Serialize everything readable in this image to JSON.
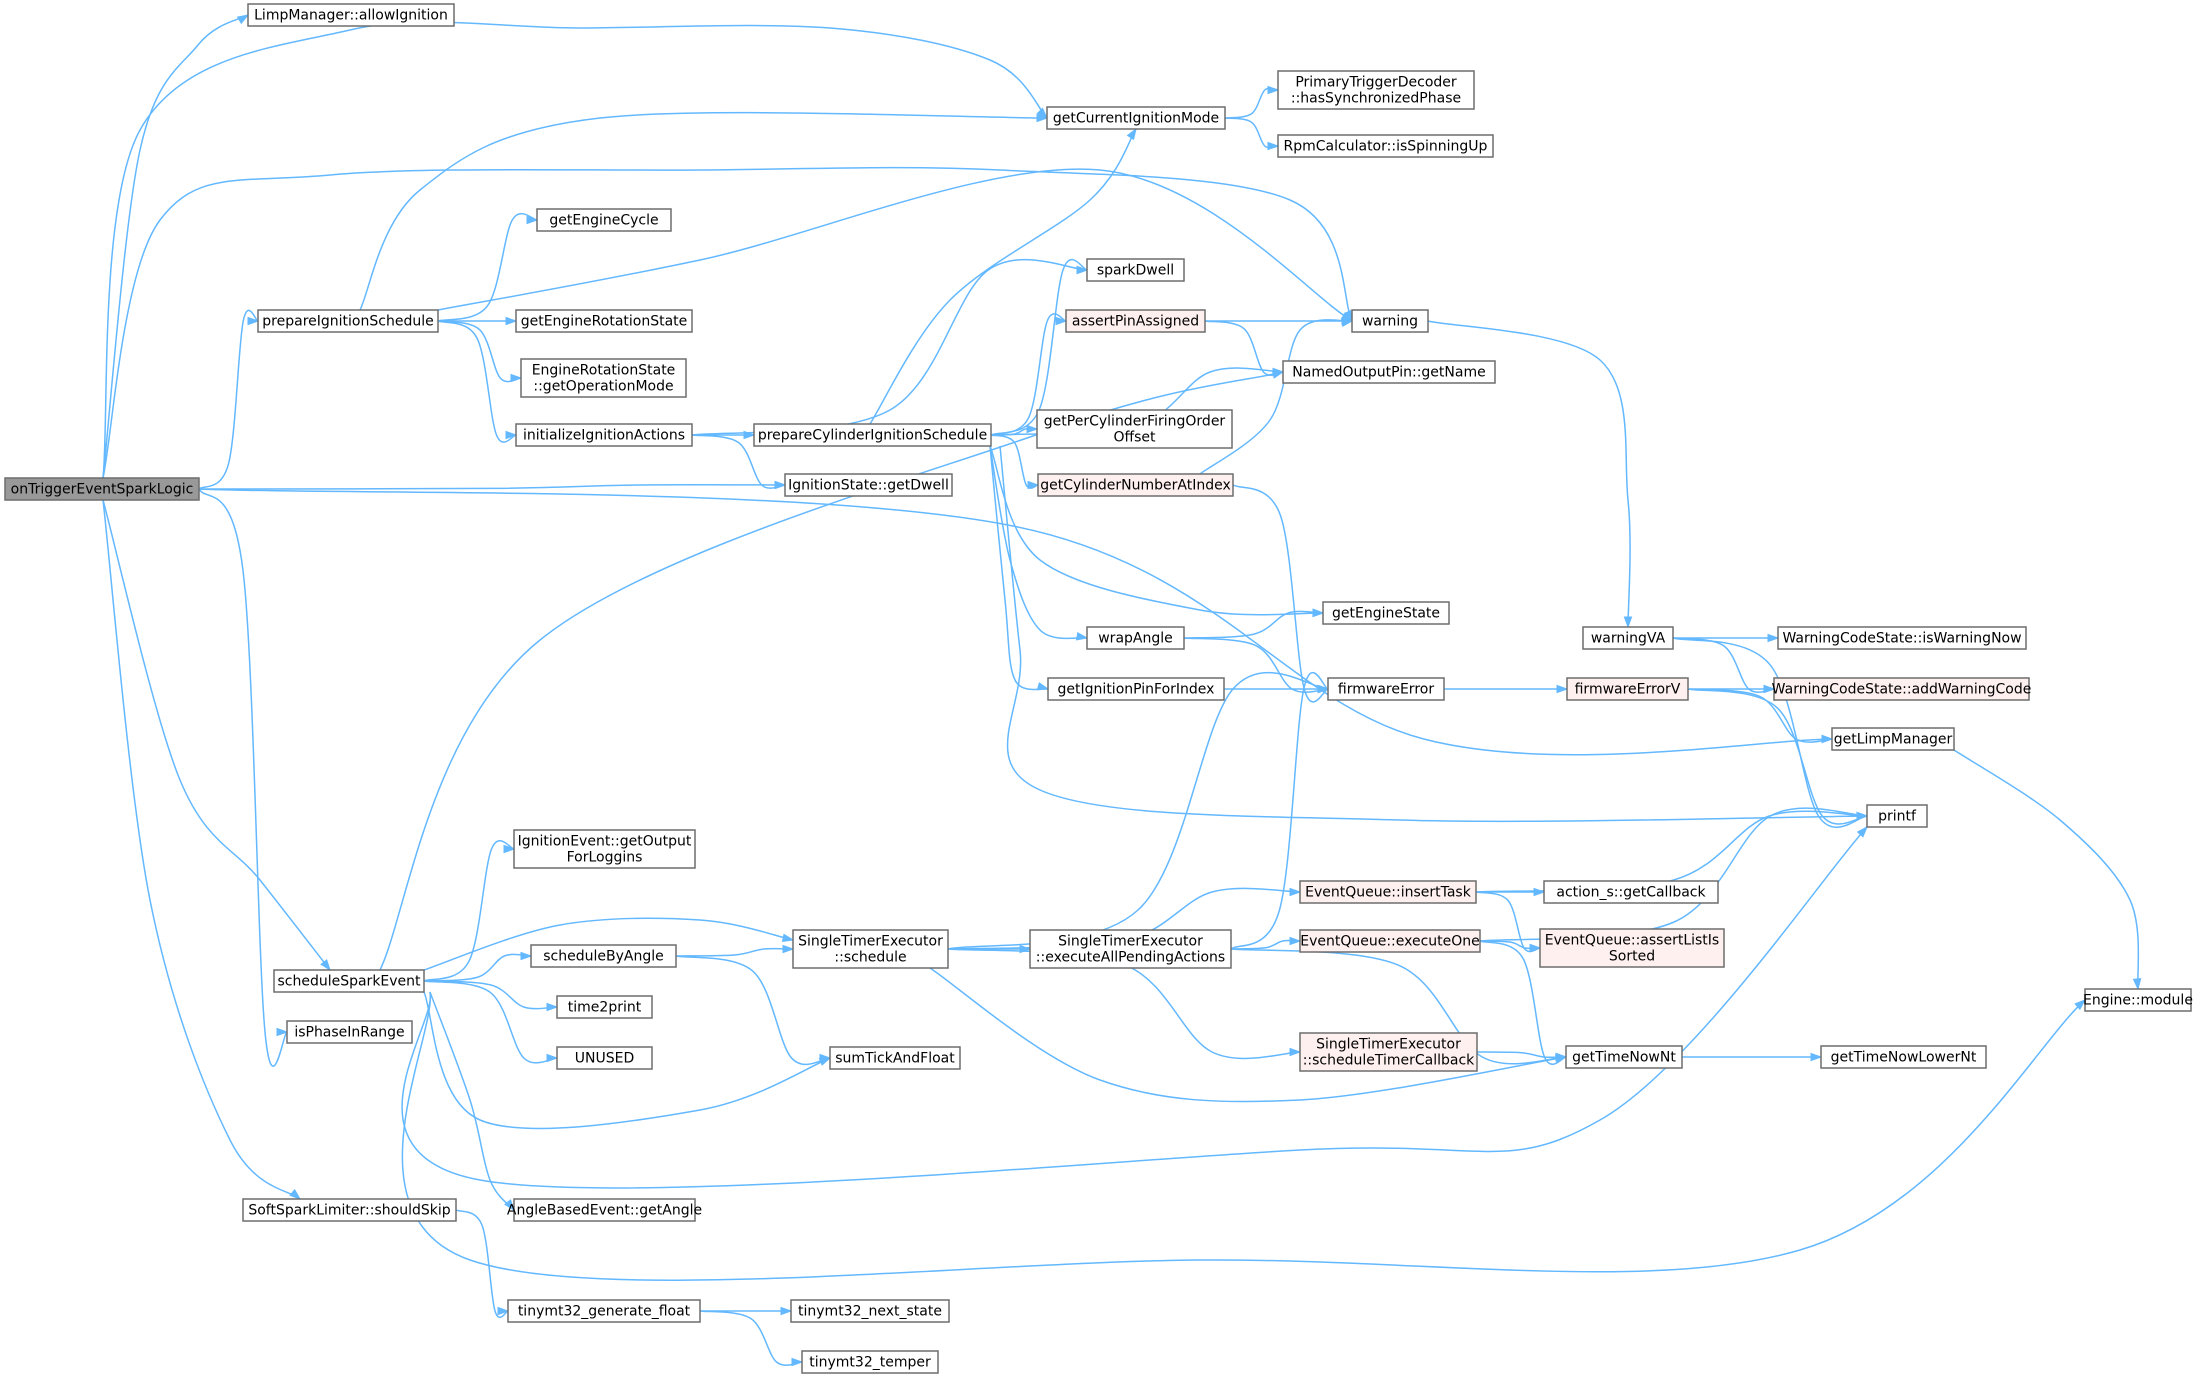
{
  "colors": {
    "edge": "#63b8ff",
    "node_fill": "#ffffff",
    "node_border": "#6d6d6d",
    "root_fill": "#999999",
    "truncated_fill": "#fff0f0",
    "truncated_border": "#ff0000"
  },
  "nodes": [
    {
      "id": "root",
      "lines": [
        "onTriggerEventSparkLogic"
      ],
      "style": "root"
    },
    {
      "id": "allowIgnition",
      "lines": [
        "LimpManager::allowIgnition"
      ],
      "style": "normal"
    },
    {
      "id": "getCurrentIgnitionMode",
      "lines": [
        "getCurrentIgnitionMode"
      ],
      "style": "normal"
    },
    {
      "id": "hasSynchronizedPhase",
      "lines": [
        "PrimaryTriggerDecoder",
        "::hasSynchronizedPhase"
      ],
      "style": "normal"
    },
    {
      "id": "isSpinningUp",
      "lines": [
        "RpmCalculator::isSpinningUp"
      ],
      "style": "normal"
    },
    {
      "id": "getEngineCycle",
      "lines": [
        "getEngineCycle"
      ],
      "style": "normal"
    },
    {
      "id": "prepareIgnitionSchedule",
      "lines": [
        "prepareIgnitionSchedule"
      ],
      "style": "normal"
    },
    {
      "id": "getEngineRotationState",
      "lines": [
        "getEngineRotationState"
      ],
      "style": "normal"
    },
    {
      "id": "getOperationMode",
      "lines": [
        "EngineRotationState",
        "::getOperationMode"
      ],
      "style": "normal"
    },
    {
      "id": "initializeIgnitionActions",
      "lines": [
        "initializeIgnitionActions"
      ],
      "style": "normal"
    },
    {
      "id": "sparkDwell",
      "lines": [
        "sparkDwell"
      ],
      "style": "normal"
    },
    {
      "id": "assertPinAssigned",
      "lines": [
        "assertPinAssigned"
      ],
      "style": "truncated"
    },
    {
      "id": "warning",
      "lines": [
        "warning"
      ],
      "style": "normal"
    },
    {
      "id": "getName",
      "lines": [
        "NamedOutputPin::getName"
      ],
      "style": "normal"
    },
    {
      "id": "prepareCylinderIgnitionSchedule",
      "lines": [
        "prepareCylinderIgnitionSchedule"
      ],
      "style": "normal"
    },
    {
      "id": "getPerCylinderFiringOrderOffset",
      "lines": [
        "getPerCylinderFiringOrder",
        "Offset"
      ],
      "style": "normal"
    },
    {
      "id": "getCylinderNumberAtIndex",
      "lines": [
        "getCylinderNumberAtIndex"
      ],
      "style": "truncated"
    },
    {
      "id": "getDwell",
      "lines": [
        "IgnitionState::getDwell"
      ],
      "style": "normal"
    },
    {
      "id": "getEngineState",
      "lines": [
        "getEngineState"
      ],
      "style": "normal"
    },
    {
      "id": "wrapAngle",
      "lines": [
        "wrapAngle"
      ],
      "style": "normal"
    },
    {
      "id": "getIgnitionPinForIndex",
      "lines": [
        "getIgnitionPinForIndex"
      ],
      "style": "normal"
    },
    {
      "id": "firmwareError",
      "lines": [
        "firmwareError"
      ],
      "style": "normal"
    },
    {
      "id": "firmwareErrorV",
      "lines": [
        "firmwareErrorV"
      ],
      "style": "truncated"
    },
    {
      "id": "warningVA",
      "lines": [
        "warningVA"
      ],
      "style": "normal"
    },
    {
      "id": "isWarningNow",
      "lines": [
        "WarningCodeState::isWarningNow"
      ],
      "style": "normal"
    },
    {
      "id": "addWarningCode",
      "lines": [
        "WarningCodeState::addWarningCode"
      ],
      "style": "truncated"
    },
    {
      "id": "getLimpManager",
      "lines": [
        "getLimpManager"
      ],
      "style": "normal"
    },
    {
      "id": "printf",
      "lines": [
        "printf"
      ],
      "style": "normal"
    },
    {
      "id": "getOutputForLoggins",
      "lines": [
        "IgnitionEvent::getOutput",
        "ForLoggins"
      ],
      "style": "normal"
    },
    {
      "id": "scheduleSparkEvent",
      "lines": [
        "scheduleSparkEvent"
      ],
      "style": "normal"
    },
    {
      "id": "scheduleByAngle",
      "lines": [
        "scheduleByAngle"
      ],
      "style": "normal"
    },
    {
      "id": "singleTimerSchedule",
      "lines": [
        "SingleTimerExecutor",
        "::schedule"
      ],
      "style": "normal"
    },
    {
      "id": "executeAllPendingActions",
      "lines": [
        "SingleTimerExecutor",
        "::executeAllPendingActions"
      ],
      "style": "normal"
    },
    {
      "id": "insertTask",
      "lines": [
        "EventQueue::insertTask"
      ],
      "style": "truncated"
    },
    {
      "id": "getCallback",
      "lines": [
        "action_s::getCallback"
      ],
      "style": "normal"
    },
    {
      "id": "executeOne",
      "lines": [
        "EventQueue::executeOne"
      ],
      "style": "truncated"
    },
    {
      "id": "assertListIsSorted",
      "lines": [
        "EventQueue::assertListIs",
        "Sorted"
      ],
      "style": "truncated"
    },
    {
      "id": "engineModule",
      "lines": [
        "Engine::module"
      ],
      "style": "normal"
    },
    {
      "id": "time2print",
      "lines": [
        "time2print"
      ],
      "style": "normal"
    },
    {
      "id": "isPhaseInRange",
      "lines": [
        "isPhaseInRange"
      ],
      "style": "normal"
    },
    {
      "id": "unused",
      "lines": [
        "UNUSED"
      ],
      "style": "normal"
    },
    {
      "id": "sumTickAndFloat",
      "lines": [
        "sumTickAndFloat"
      ],
      "style": "normal"
    },
    {
      "id": "scheduleTimerCallback",
      "lines": [
        "SingleTimerExecutor",
        "::scheduleTimerCallback"
      ],
      "style": "truncated"
    },
    {
      "id": "getTimeNowNt",
      "lines": [
        "getTimeNowNt"
      ],
      "style": "normal"
    },
    {
      "id": "getTimeNowLowerNt",
      "lines": [
        "getTimeNowLowerNt"
      ],
      "style": "normal"
    },
    {
      "id": "getAngle",
      "lines": [
        "AngleBasedEvent::getAngle"
      ],
      "style": "normal"
    },
    {
      "id": "shouldSkip",
      "lines": [
        "SoftSparkLimiter::shouldSkip"
      ],
      "style": "normal"
    },
    {
      "id": "generateFloat",
      "lines": [
        "tinymt32_generate_float"
      ],
      "style": "normal"
    },
    {
      "id": "nextState",
      "lines": [
        "tinymt32_next_state"
      ],
      "style": "normal"
    },
    {
      "id": "temper",
      "lines": [
        "tinymt32_temper"
      ],
      "style": "normal"
    }
  ],
  "edges": [
    [
      "root",
      "allowIgnition"
    ],
    [
      "root",
      "getCurrentIgnitionMode"
    ],
    [
      "root",
      "warning"
    ],
    [
      "root",
      "prepareIgnitionSchedule"
    ],
    [
      "root",
      "getDwell"
    ],
    [
      "root",
      "getLimpManager"
    ],
    [
      "root",
      "scheduleSparkEvent"
    ],
    [
      "root",
      "isPhaseInRange"
    ],
    [
      "root",
      "shouldSkip"
    ],
    [
      "prepareIgnitionSchedule",
      "getCurrentIgnitionMode"
    ],
    [
      "prepareIgnitionSchedule",
      "getEngineCycle"
    ],
    [
      "prepareIgnitionSchedule",
      "warning"
    ],
    [
      "prepareIgnitionSchedule",
      "getEngineRotationState"
    ],
    [
      "prepareIgnitionSchedule",
      "getOperationMode"
    ],
    [
      "prepareIgnitionSchedule",
      "initializeIgnitionActions"
    ],
    [
      "initializeIgnitionActions",
      "sparkDwell"
    ],
    [
      "initializeIgnitionActions",
      "prepareCylinderIgnitionSchedule"
    ],
    [
      "initializeIgnitionActions",
      "getDwell"
    ],
    [
      "getCurrentIgnitionMode",
      "hasSynchronizedPhase"
    ],
    [
      "getCurrentIgnitionMode",
      "isSpinningUp"
    ],
    [
      "prepareCylinderIgnitionSchedule",
      "getCurrentIgnitionMode"
    ],
    [
      "prepareCylinderIgnitionSchedule",
      "sparkDwell"
    ],
    [
      "prepareCylinderIgnitionSchedule",
      "assertPinAssigned"
    ],
    [
      "prepareCylinderIgnitionSchedule",
      "getName"
    ],
    [
      "prepareCylinderIgnitionSchedule",
      "getPerCylinderFiringOrderOffset"
    ],
    [
      "prepareCylinderIgnitionSchedule",
      "getCylinderNumberAtIndex"
    ],
    [
      "prepareCylinderIgnitionSchedule",
      "getEngineState"
    ],
    [
      "prepareCylinderIgnitionSchedule",
      "wrapAngle"
    ],
    [
      "prepareCylinderIgnitionSchedule",
      "getIgnitionPinForIndex"
    ],
    [
      "prepareCylinderIgnitionSchedule",
      "printf"
    ],
    [
      "assertPinAssigned",
      "warning"
    ],
    [
      "assertPinAssigned",
      "getName"
    ],
    [
      "getCylinderNumberAtIndex",
      "warning"
    ],
    [
      "getCylinderNumberAtIndex",
      "firmwareError"
    ],
    [
      "wrapAngle",
      "getEngineState"
    ],
    [
      "wrapAngle",
      "firmwareError"
    ],
    [
      "getIgnitionPinForIndex",
      "firmwareError"
    ],
    [
      "warning",
      "warningVA"
    ],
    [
      "warningVA",
      "isWarningNow"
    ],
    [
      "warningVA",
      "addWarningCode"
    ],
    [
      "warningVA",
      "printf"
    ],
    [
      "firmwareError",
      "firmwareErrorV"
    ],
    [
      "firmwareErrorV",
      "addWarningCode"
    ],
    [
      "firmwareErrorV",
      "getLimpManager"
    ],
    [
      "firmwareErrorV",
      "printf"
    ],
    [
      "getLimpManager",
      "engineModule"
    ],
    [
      "scheduleSparkEvent",
      "getName"
    ],
    [
      "scheduleSparkEvent",
      "getOutputForLoggins"
    ],
    [
      "scheduleSparkEvent",
      "singleTimerSchedule"
    ],
    [
      "scheduleSparkEvent",
      "scheduleByAngle"
    ],
    [
      "scheduleSparkEvent",
      "time2print"
    ],
    [
      "scheduleSparkEvent",
      "unused"
    ],
    [
      "scheduleSparkEvent",
      "sumTickAndFloat"
    ],
    [
      "scheduleSparkEvent",
      "printf"
    ],
    [
      "scheduleSparkEvent",
      "getAngle"
    ],
    [
      "scheduleSparkEvent",
      "engineModule"
    ],
    [
      "scheduleByAngle",
      "singleTimerSchedule"
    ],
    [
      "scheduleByAngle",
      "sumTickAndFloat"
    ],
    [
      "singleTimerSchedule",
      "firmwareError"
    ],
    [
      "singleTimerSchedule",
      "insertTask"
    ],
    [
      "singleTimerSchedule",
      "executeAllPendingActions"
    ],
    [
      "singleTimerSchedule",
      "scheduleTimerCallback"
    ],
    [
      "singleTimerSchedule",
      "getTimeNowNt"
    ],
    [
      "executeAllPendingActions",
      "firmwareError"
    ],
    [
      "executeAllPendingActions",
      "executeOne"
    ],
    [
      "executeAllPendingActions",
      "getTimeNowNt"
    ],
    [
      "insertTask",
      "printf"
    ],
    [
      "insertTask",
      "getCallback"
    ],
    [
      "insertTask",
      "assertListIsSorted"
    ],
    [
      "executeOne",
      "assertListIsSorted"
    ],
    [
      "executeOne",
      "printf"
    ],
    [
      "executeOne",
      "getTimeNowNt"
    ],
    [
      "scheduleTimerCallback",
      "getTimeNowNt"
    ],
    [
      "getTimeNowNt",
      "getTimeNowLowerNt"
    ],
    [
      "shouldSkip",
      "generateFloat"
    ],
    [
      "generateFloat",
      "nextState"
    ],
    [
      "generateFloat",
      "temper"
    ]
  ]
}
